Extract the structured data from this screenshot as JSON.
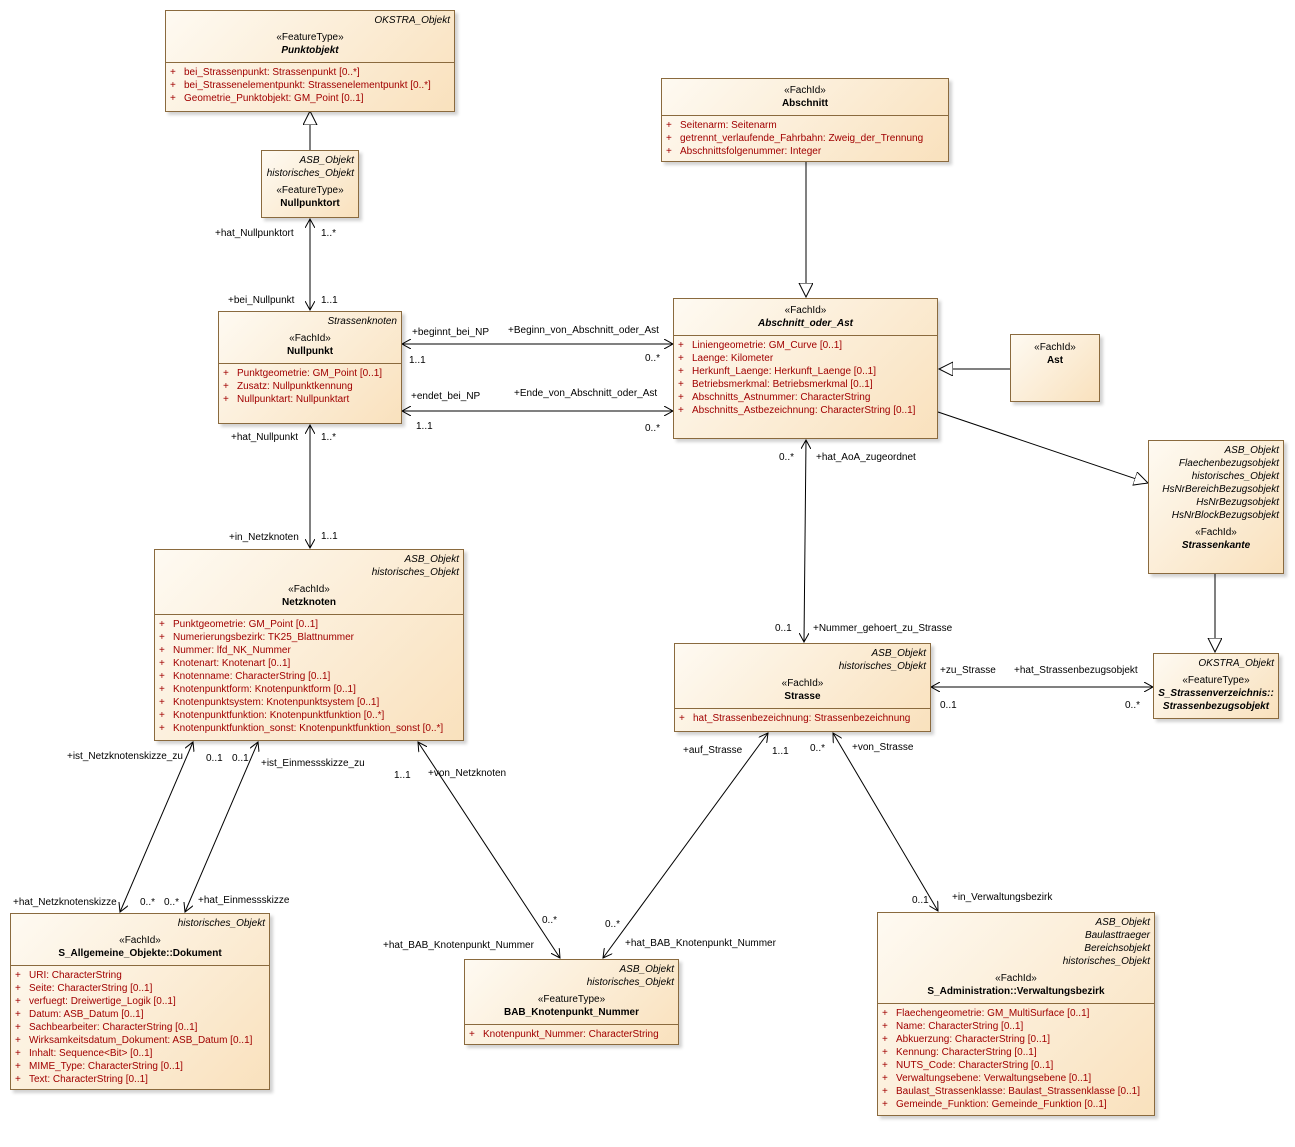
{
  "classes": {
    "punktobjekt": {
      "tagged": [
        "OKSTRA_Objekt"
      ],
      "stereotype": "«FeatureType»",
      "name": "Punktobjekt",
      "attributes": [
        "bei_Strassenpunkt: Strassenpunkt [0..*]",
        "bei_Strassenelementpunkt: Strassenelementpunkt [0..*]",
        "Geometrie_Punktobjekt: GM_Point [0..1]"
      ]
    },
    "nullpunktort": {
      "tagged": [
        "ASB_Objekt",
        "historisches_Objekt"
      ],
      "stereotype": "«FeatureType»",
      "name": "Nullpunktort"
    },
    "nullpunkt": {
      "tagged": [
        "Strassenknoten"
      ],
      "stereotype": "«FachId»",
      "name": "Nullpunkt",
      "attributes": [
        "Punktgeometrie: GM_Point [0..1]",
        "Zusatz: Nullpunktkennung",
        "Nullpunktart: Nullpunktart"
      ]
    },
    "netzknoten": {
      "tagged": [
        "ASB_Objekt",
        "historisches_Objekt"
      ],
      "stereotype": "«FachId»",
      "name": "Netzknoten",
      "attributes": [
        "Punktgeometrie: GM_Point [0..1]",
        "Numerierungsbezirk: TK25_Blattnummer",
        "Nummer: lfd_NK_Nummer",
        "Knotenart: Knotenart [0..1]",
        "Knotenname: CharacterString [0..1]",
        "Knotenpunktform: Knotenpunktform [0..1]",
        "Knotenpunktsystem: Knotenpunktsystem [0..1]",
        "Knotenpunktfunktion: Knotenpunktfunktion [0..*]",
        "Knotenpunktfunktion_sonst: Knotenpunktfunktion_sonst [0..*]"
      ]
    },
    "dokument": {
      "tagged": [
        "historisches_Objekt"
      ],
      "stereotype": "«FachId»",
      "name": "S_Allgemeine_Objekte::Dokument",
      "attributes": [
        "URI: CharacterString",
        "Seite: CharacterString [0..1]",
        "verfuegt: Dreiwertige_Logik [0..1]",
        "Datum: ASB_Datum [0..1]",
        "Sachbearbeiter: CharacterString [0..1]",
        "Wirksamkeitsdatum_Dokument: ASB_Datum [0..1]",
        "Inhalt: Sequence<Bit> [0..1]",
        "MIME_Type: CharacterString [0..1]",
        "Text: CharacterString [0..1]"
      ]
    },
    "bab": {
      "tagged": [
        "ASB_Objekt",
        "historisches_Objekt"
      ],
      "stereotype": "«FeatureType»",
      "name": "BAB_Knotenpunkt_Nummer",
      "attributes": [
        "Knotenpunkt_Nummer: CharacterString"
      ]
    },
    "abschnitt": {
      "tagged": [],
      "stereotype": "«FachId»",
      "name": "Abschnitt",
      "attributes": [
        "Seitenarm: Seitenarm",
        "getrennt_verlaufende_Fahrbahn: Zweig_der_Trennung",
        "Abschnittsfolgenummer: Integer"
      ]
    },
    "abschnitt_oder_ast": {
      "tagged": [],
      "stereotype": "«FachId»",
      "name": "Abschnitt_oder_Ast",
      "attributes": [
        "Liniengeometrie: GM_Curve [0..1]",
        "Laenge: Kilometer",
        "Herkunft_Laenge: Herkunft_Laenge [0..1]",
        "Betriebsmerkmal: Betriebsmerkmal [0..1]",
        "Abschnitts_Astnummer: CharacterString",
        "Abschnitts_Astbezeichnung: CharacterString [0..1]"
      ]
    },
    "ast": {
      "tagged": [],
      "stereotype": "«FachId»",
      "name": "Ast"
    },
    "strassenkante": {
      "tagged": [
        "ASB_Objekt",
        "Flaechenbezugsobjekt",
        "historisches_Objekt",
        "HsNrBereichBezugsobjekt",
        "HsNrBezugsobjekt",
        "HsNrBlockBezugsobjekt"
      ],
      "stereotype": "«FachId»",
      "name": "Strassenkante"
    },
    "strasse": {
      "tagged": [
        "ASB_Objekt",
        "historisches_Objekt"
      ],
      "stereotype": "«FachId»",
      "name": "Strasse",
      "attributes": [
        "hat_Strassenbezeichnung: Strassenbezeichnung"
      ]
    },
    "strassenbezugsobjekt": {
      "tagged": [
        "OKSTRA_Objekt"
      ],
      "stereotype": "«FeatureType»",
      "name": "S_Strassenverzeichnis::\nStrassenbezugsobjekt"
    },
    "verwaltungsbezirk": {
      "tagged": [
        "ASB_Objekt",
        "Baulasttraeger",
        "Bereichsobjekt",
        "historisches_Objekt"
      ],
      "stereotype": "«FachId»",
      "name": "S_Administration::Verwaltungsbezirk",
      "attributes": [
        "Flaechengeometrie: GM_MultiSurface [0..1]",
        "Name: CharacterString [0..1]",
        "Abkuerzung: CharacterString [0..1]",
        "Kennung: CharacterString [0..1]",
        "NUTS_Code: CharacterString [0..1]",
        "Verwaltungsebene: Verwaltungsebene [0..1]",
        "Baulast_Strassenklasse: Baulast_Strassenklasse [0..1]",
        "Gemeinde_Funktion: Gemeinde_Funktion [0..1]"
      ]
    }
  },
  "labels": {
    "hat_nullpunktort": "+hat_Nullpunktort",
    "m_1_star_a": "1..*",
    "bei_nullpunkt": "+bei_Nullpunkt",
    "m_1_1_a": "1..1",
    "beginnt_bei_np": "+beginnt_bei_NP",
    "beginn_von": "+Beginn_von_Abschnitt_oder_Ast",
    "m_1_1_b": "1..1",
    "m_0_star_a": "0..*",
    "endet_bei_np": "+endet_bei_NP",
    "ende_von": "+Ende_von_Abschnitt_oder_Ast",
    "m_1_1_c": "1..1",
    "m_0_star_b": "0..*",
    "hat_nullpunkt": "+hat_Nullpunkt",
    "m_1_star_b": "1..*",
    "in_netzknoten": "+in_Netzknoten",
    "m_1_1_d": "1..1",
    "m_0_star_c": "0..*",
    "hat_aoa": "+hat_AoA_zugeordnet",
    "m_0_1_a": "0..1",
    "nummer_gehoert": "+Nummer_gehoert_zu_Strasse",
    "zu_strasse": "+zu_Strasse",
    "hat_strassenbezug": "+hat_Strassenbezugsobjekt",
    "m_0_1_b": "0..1",
    "m_0_star_d": "0..*",
    "ist_nkskizze_zu": "+ist_Netzknotenskizze_zu",
    "m_0_1_c": "0..1",
    "m_0_1_d": "0..1",
    "ist_emskizze_zu": "+ist_Einmessskizze_zu",
    "m_1_1_e": "1..1",
    "von_netzknoten": "+von_Netzknoten",
    "hat_nkskizze": "+hat_Netzknotenskizze",
    "m_0_star_e": "0..*",
    "m_0_star_f": "0..*",
    "hat_emskizze": "+hat_Einmessskizze",
    "m_0_star_g": "0..*",
    "hat_bab_1": "+hat_BAB_Knotenpunkt_Nummer",
    "m_0_star_h": "0..*",
    "hat_bab_2": "+hat_BAB_Knotenpunkt_Nummer",
    "auf_strasse": "+auf_Strasse",
    "m_1_1_f": "1..1",
    "m_0_star_i": "0..*",
    "von_strasse": "+von_Strasse",
    "m_0_1_e": "0..1",
    "in_verwaltungsbezirk": "+in_Verwaltungsbezirk"
  }
}
